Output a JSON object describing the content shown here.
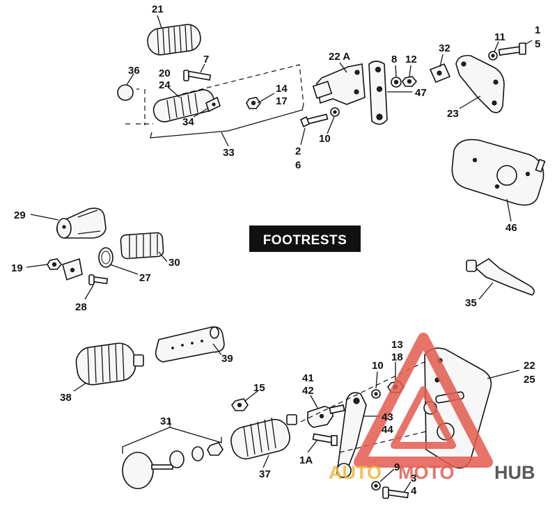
{
  "title": "FOOTRESTS",
  "watermark": {
    "auto": "AUTO",
    "moto": "MOTO",
    "hub": "HUB"
  },
  "labels": {
    "l21": "21",
    "l7": "7",
    "l36": "36",
    "l20": "20",
    "l24": "24",
    "l34": "34",
    "l14": "14",
    "l17": "17",
    "l33": "33",
    "l22a": "22 A",
    "l8": "8",
    "l12": "12",
    "l47": "47",
    "l2": "2",
    "l6": "6",
    "l10a": "10",
    "l32": "32",
    "l11": "11",
    "l1": "1",
    "l5": "5",
    "l23": "23",
    "l46": "46",
    "l29": "29",
    "l19": "19",
    "l27": "27",
    "l30": "30",
    "l28": "28",
    "l35": "35",
    "l39": "39",
    "l38": "38",
    "l13": "13",
    "l18": "18",
    "l10b": "10",
    "l22": "22",
    "l25": "25",
    "l41": "41",
    "l42": "42",
    "l15": "15",
    "l43": "43",
    "l44": "44",
    "l31": "31",
    "l1a": "1A",
    "l37": "37",
    "l9": "9",
    "l3": "3",
    "l4": "4"
  },
  "colors": {
    "watermark_red": "#e35b4f",
    "watermark_gold": "#f2b637",
    "watermark_gray": "#3b3b3b"
  }
}
